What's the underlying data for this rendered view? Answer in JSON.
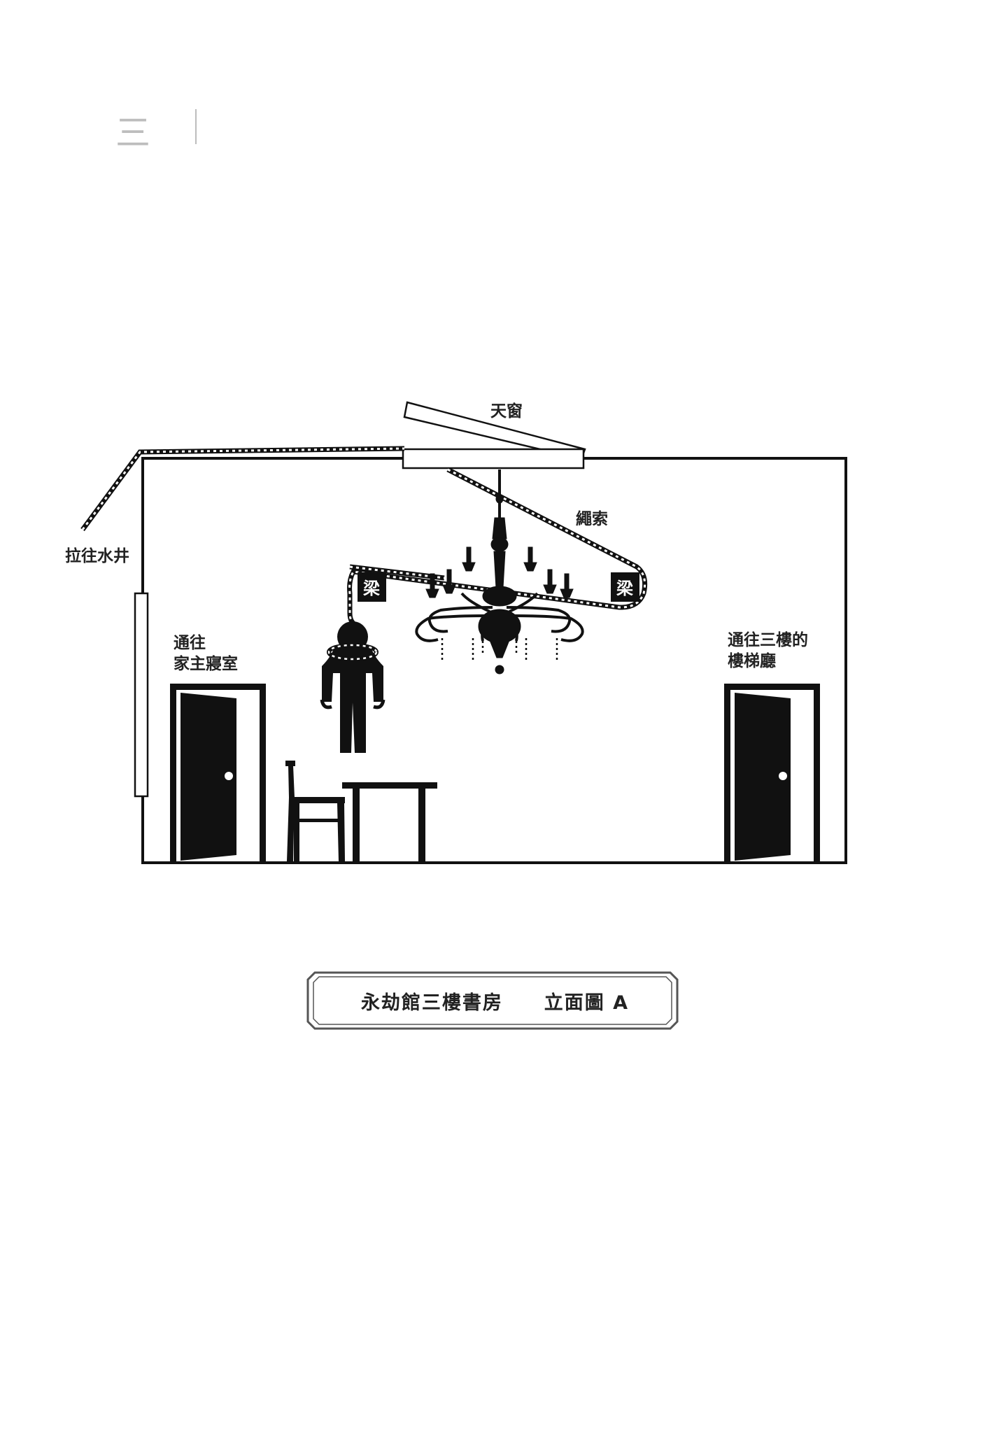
{
  "chapter": {
    "numeral": "三"
  },
  "diagram": {
    "labels": {
      "skylight": "天窗",
      "rope": "繩索",
      "to_well": "拉往水井",
      "beam_left": "梁",
      "beam_right": "梁",
      "left_door_line1": "通往",
      "left_door_line2": "家主寢室",
      "right_door_line1": "通往三樓的",
      "right_door_line2": "樓梯廳"
    },
    "caption": {
      "title": "永劫館三樓書房",
      "subtitle": "立面圖 A"
    }
  }
}
